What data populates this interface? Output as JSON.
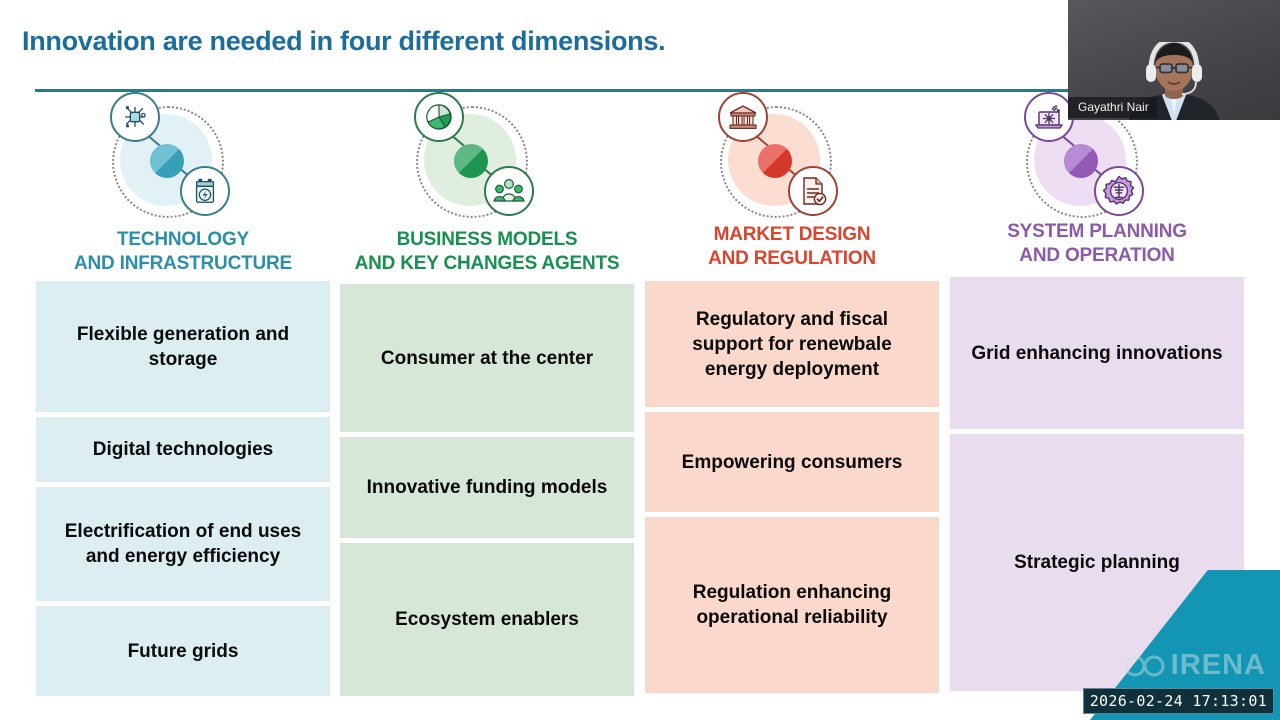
{
  "slide": {
    "title": "Innovation are needed in four different dimensions.",
    "title_color": "#1b6e9c",
    "rule_color": "#2b7a8c"
  },
  "columns": [
    {
      "id": "technology",
      "heading_line1": "TECHNOLOGY",
      "heading_line2": "AND INFRASTRUCTURE",
      "heading_color": "#2a8fa8",
      "card_bg": "#dceef2",
      "accent": "#3aa9c4",
      "blob_color": "#e2f1f5",
      "icon_top": "microchip-icon",
      "icon_bottom": "battery-power-icon",
      "cards": [
        "Flexible generation and storage",
        "Digital technologies",
        "Electrification of end uses and energy efficiency",
        "Future grids"
      ]
    },
    {
      "id": "business-models",
      "heading_line1": "BUSINESS MODELS",
      "heading_line2": "AND KEY CHANGES AGENTS",
      "heading_color": "#16914f",
      "card_bg": "#d6e6d7",
      "accent": "#1f9d55",
      "blob_color": "#dfeede",
      "icon_top": "pie-chart-icon",
      "icon_bottom": "people-group-icon",
      "cards": [
        "Consumer at the center",
        "Innovative funding models",
        "Ecosystem enablers"
      ]
    },
    {
      "id": "market-design",
      "heading_line1": "MARKET DESIGN",
      "heading_line2": "AND REGULATION",
      "heading_color": "#d9452e",
      "card_bg": "#fad8cc",
      "accent": "#e23b2e",
      "blob_color": "#fbddd2",
      "icon_top": "government-building-icon",
      "icon_bottom": "document-check-icon",
      "cards": [
        "Regulatory and fiscal support for renewbale energy deployment",
        "Empowering consumers",
        "Regulation enhancing operational reliability"
      ]
    },
    {
      "id": "system-planning",
      "heading_line1": "SYSTEM PLANNING",
      "heading_line2": "AND OPERATION",
      "heading_color": "#8c5aa8",
      "card_bg": "#e8dcee",
      "accent": "#9b5fc0",
      "blob_color": "#eddef4",
      "icon_top": "laptop-network-icon",
      "icon_bottom": "gear-power-tower-icon",
      "cards": [
        "Grid enhancing innovations",
        "Strategic planning"
      ]
    }
  ],
  "watermark": {
    "brand": "IRENA",
    "wedge_color": "#1296b4"
  },
  "timestamp": "2026-02-24  17:13:01",
  "webcam": {
    "participant_name": "Gayathri Nair"
  }
}
